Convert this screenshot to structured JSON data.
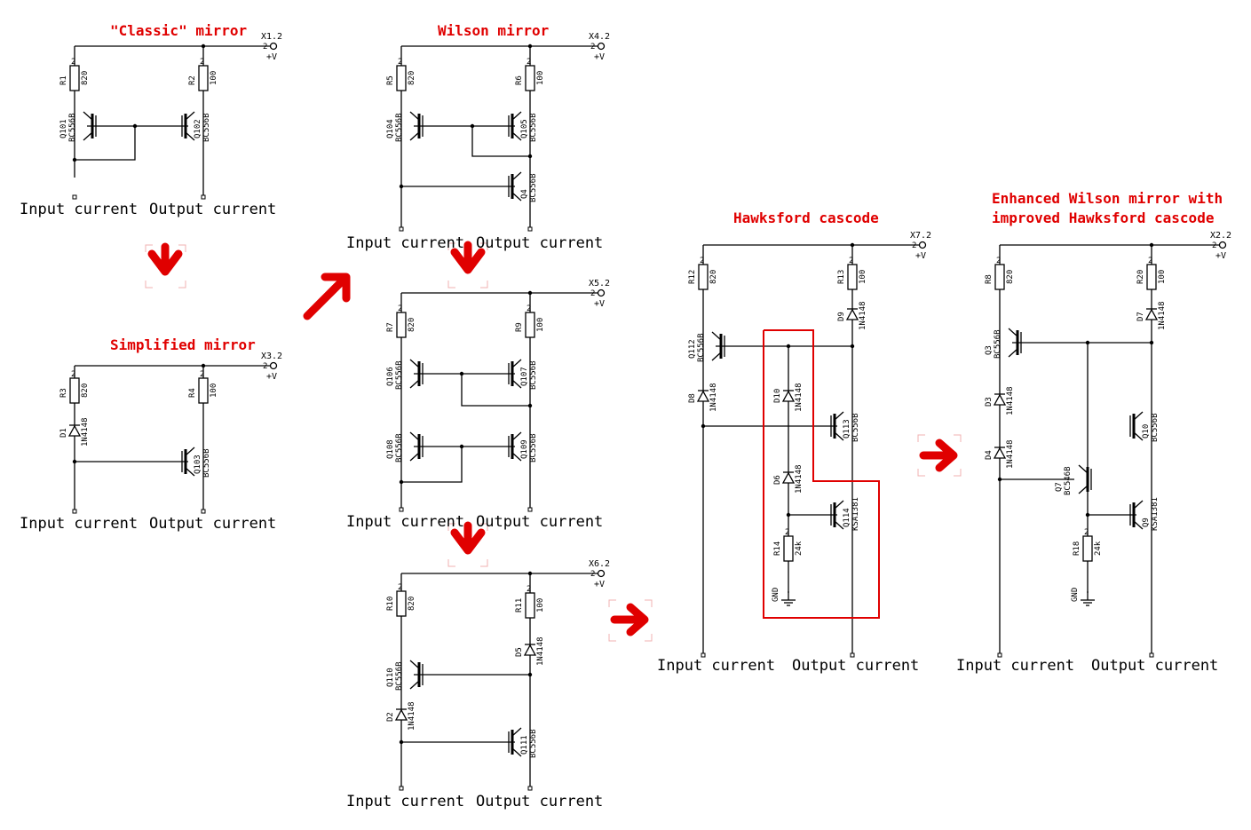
{
  "titles": {
    "classic": "\"Classic\" mirror",
    "simplified": "Simplified mirror",
    "wilson": "Wilson mirror",
    "hawksford": "Hawksford cascode",
    "enhanced_1": "Enhanced Wilson mirror with",
    "enhanced_2": "improved Hawksford cascode"
  },
  "io": {
    "input": "Input current",
    "output": "Output current"
  },
  "supply": {
    "plus_v": "+V",
    "pin": "2",
    "gnd": "GND"
  },
  "colors": {
    "wire": "#000000",
    "annotation": "#e00000",
    "bracket": "#f0b0b0"
  },
  "connectors": [
    "X1.2",
    "X3.2",
    "X4.2",
    "X5.2",
    "X6.2",
    "X7.2",
    "X2.2"
  ],
  "parts": {
    "r1": [
      "R1",
      "820"
    ],
    "r2": [
      "R2",
      "100"
    ],
    "r3": [
      "R3",
      "820"
    ],
    "r4": [
      "R4",
      "100"
    ],
    "r5": [
      "R5",
      "820"
    ],
    "r6": [
      "R6",
      "100"
    ],
    "r7": [
      "R7",
      "820"
    ],
    "r9": [
      "R9",
      "100"
    ],
    "r10": [
      "R10",
      "820"
    ],
    "r11": [
      "R11",
      "100"
    ],
    "r12": [
      "R12",
      "820"
    ],
    "r13": [
      "R13",
      "100"
    ],
    "r14": [
      "R14",
      "24k"
    ],
    "r8": [
      "R8",
      "820"
    ],
    "r20": [
      "R20",
      "100"
    ],
    "r18": [
      "R18",
      "24k"
    ],
    "q101": [
      "Q101",
      "BC556B"
    ],
    "q102": [
      "Q102",
      "BC556B"
    ],
    "q103": [
      "Q103",
      "BC556B"
    ],
    "q104": [
      "Q104",
      "BC556B"
    ],
    "q105": [
      "Q105",
      "BC556B"
    ],
    "q4": [
      "Q4",
      "BC556B"
    ],
    "q106": [
      "Q106",
      "BC556B"
    ],
    "q107": [
      "Q107",
      "BC556B"
    ],
    "q108": [
      "Q108",
      "BC556B"
    ],
    "q109": [
      "Q109",
      "BC556B"
    ],
    "q110": [
      "Q110",
      "BC556B"
    ],
    "q111": [
      "Q111",
      "BC556B"
    ],
    "q112": [
      "Q112",
      "BC556B"
    ],
    "q113": [
      "Q113",
      "BC556B"
    ],
    "q114": [
      "Q114",
      "KSA1381"
    ],
    "q3": [
      "Q3",
      "BC556B"
    ],
    "q10": [
      "Q10",
      "BC556B"
    ],
    "q7": [
      "Q7",
      "BC546B"
    ],
    "q9": [
      "Q9",
      "KSA1381"
    ],
    "d1": [
      "D1",
      "1N4148"
    ],
    "d5": [
      "D5",
      "1N4148"
    ],
    "d2": [
      "D2",
      "1N4148"
    ],
    "d9": [
      "D9",
      "1N4148"
    ],
    "d8": [
      "D8",
      "1N4148"
    ],
    "d10": [
      "D10",
      "1N4148"
    ],
    "d6": [
      "D6",
      "1N4148"
    ],
    "d7": [
      "D7",
      "1N4148"
    ],
    "d3": [
      "D3",
      "1N4148"
    ],
    "d4": [
      "D4",
      "1N4148"
    ]
  }
}
